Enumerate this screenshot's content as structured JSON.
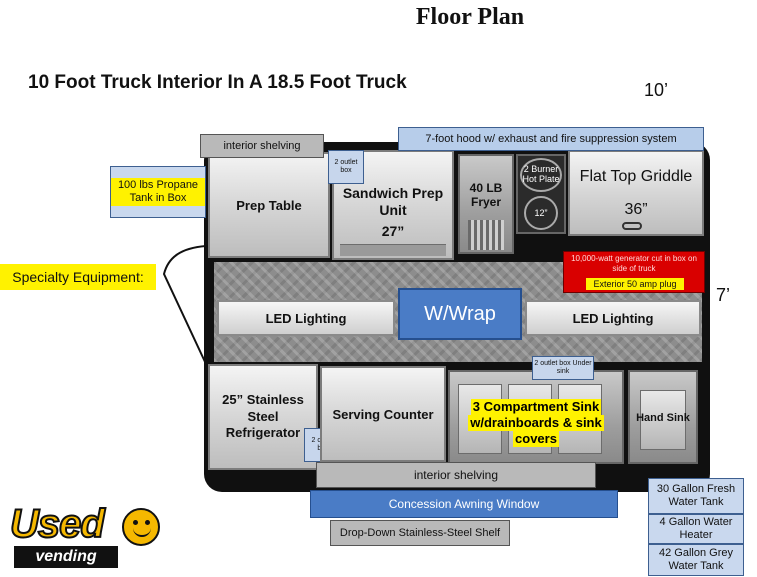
{
  "page": {
    "title": "Floor Plan",
    "subtitle": "10 Foot Truck Interior In A 18.5 Foot Truck",
    "length_label": "10’",
    "width_label": "7’"
  },
  "top_row": {
    "hood": "7-foot hood w/ exhaust and fire suppression system",
    "interior_shelving_top": "interior shelving",
    "outlet_box_1": "2 outlet box",
    "propane": "100 lbs Propane Tank in Box",
    "prep_table": "Prep Table",
    "sandwich_prep": "Sandwich Prep Unit",
    "sandwich_size": "27”",
    "fryer": "40 LB Fryer",
    "hot_plate": "2 Burner Hot Plate",
    "hot_plate_size": "12”",
    "griddle": "Flat Top Griddle",
    "griddle_size": "36”",
    "generator": "10,000-watt generator cut in box on side of truck",
    "exterior_plug": "Exterior 50 amp plug"
  },
  "middle": {
    "specialty": "Specialty Equipment:",
    "led_left": "LED Lighting",
    "wrap": "W/Wrap",
    "led_right": "LED Lighting"
  },
  "bottom_row": {
    "refrigerator": "25” Stainless Steel Refrigerator",
    "outlet_box_2": "2 outlet box",
    "serving_counter": "Serving Counter",
    "outlet_box_3": "2 outlet box Under sink",
    "sink_line1": "3 Compartment Sink",
    "sink_line2": "w/drainboards & sink",
    "sink_line3": "covers",
    "hand_sink": "Hand Sink",
    "interior_shelving_bottom": "interior shelving",
    "awning": "Concession Awning Window",
    "shelf": "Drop-Down Stainless-Steel Shelf"
  },
  "tanks": {
    "fresh": "30 Gallon Fresh Water Tank",
    "heater": "4 Gallon Water Heater",
    "grey": "42 Gallon Grey Water Tank"
  },
  "logo": {
    "line1": "Used",
    "line2": "vending"
  },
  "colors": {
    "label_blue": "#b7cdea",
    "wrap_blue": "#4a7cc6",
    "highlight_yellow": "#fff200",
    "generator_red": "#d90000"
  }
}
